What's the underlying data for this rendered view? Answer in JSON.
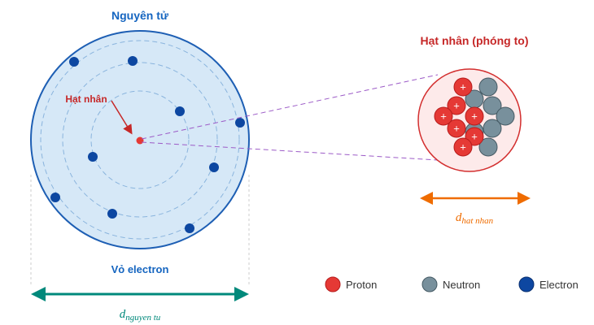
{
  "atom": {
    "title": "Nguyên tử",
    "nucleus_label": "Hạt nhân",
    "shell_label": "Vỏ electron",
    "diameter_label": "d",
    "diameter_subscript": "nguyen tu"
  },
  "nucleus_zoom": {
    "title": "Hạt nhân (phóng to)",
    "diameter_label": "d",
    "diameter_subscript": "hat nhan",
    "proton_symbol": "+"
  },
  "legend": [
    {
      "label": "Proton",
      "color": "#e53935"
    },
    {
      "label": "Neutron",
      "color": "#78909c"
    },
    {
      "label": "Electron",
      "color": "#0d47a1"
    }
  ],
  "colors": {
    "title_blue": "#1565c0",
    "title_red": "#c62828",
    "atom_fill": "#d6e8f7",
    "atom_stroke": "#1e5fb4",
    "shell_dash": "#8ab4dd",
    "electron": "#0d47a1",
    "proton": "#e53935",
    "neutron": "#78909c",
    "teal_arrow": "#00897b",
    "orange_arrow": "#ef6c00",
    "zoom_line": "#9c5bc7",
    "nucleus_stroke": "#d32f2f"
  }
}
